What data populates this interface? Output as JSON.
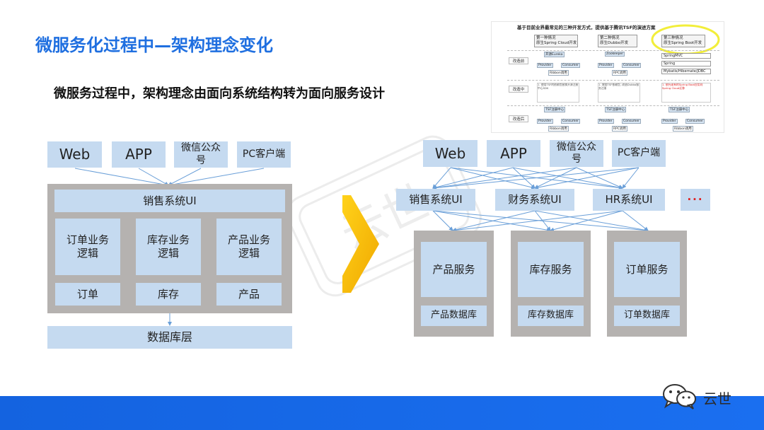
{
  "title": "微服务化过程中—架构理念变化",
  "subtitle": "微服务过程中，架构理念由面向系统结构转为面向服务设计",
  "left": {
    "clients": [
      "Web",
      "APP",
      "微信公众号",
      "PC客户端"
    ],
    "ui": "销售系统UI",
    "logic": [
      "订单业务逻辑",
      "库存业务逻辑",
      "产品业务逻辑"
    ],
    "data": [
      "订单",
      "库存",
      "产品"
    ],
    "db_layer": "数据库层"
  },
  "right": {
    "clients": [
      "Web",
      "APP",
      "微信公众号",
      "PC客户端"
    ],
    "uis": [
      "销售系统UI",
      "财务系统UI",
      "HR系统UI",
      "···"
    ],
    "services": [
      "产品服务",
      "库存服务",
      "订单服务"
    ],
    "dbs": [
      "产品数据库",
      "库存数据库",
      "订单数据库"
    ]
  },
  "thumbnail": {
    "heading": "基于目前业界最常见的三种开发方式，提供基于腾讯TSF的演进方案",
    "col1": [
      "第一种情况",
      "原生Spring Cloud开发"
    ],
    "col2": [
      "第二种情况",
      "原生Dubbo开发"
    ],
    "col3": [
      "第三种情况",
      "原生Spring Boot开发"
    ],
    "rows": [
      "改造前",
      "改造中",
      "改造后"
    ],
    "components": {
      "eureka": "开源Eureka",
      "zookeeper": "Zookeeper",
      "registry": "TSF注册中心",
      "provider": "Provider",
      "consumer": "Consumer",
      "ribbon": "Ribbon调用",
      "rpc": "RPC调用",
      "invoke": "调用",
      "register": "注册",
      "stack": [
        "SpringMVC",
        "Spring",
        "Mybatis/Hibernate/JDBC"
      ]
    },
    "notes": [
      "1. 使用TSF的依赖包替换开源注册中心SDK",
      "1. 增加TSF依赖包, 改造Dubbo服务注册",
      "1. 依托现有的Spring Boot应用向Spring Cloud迁移"
    ]
  },
  "watermark": "云世",
  "wechat": {
    "label": "云世"
  },
  "colors": {
    "title": "#1f6fe0",
    "box": "#c5daf0",
    "frame": "#b5b2b0",
    "arrow": "#f5b800",
    "footer": "#1463e0",
    "connector": "#6a9fd8",
    "more": "#e02020",
    "highlight": "#f2ee3a"
  }
}
